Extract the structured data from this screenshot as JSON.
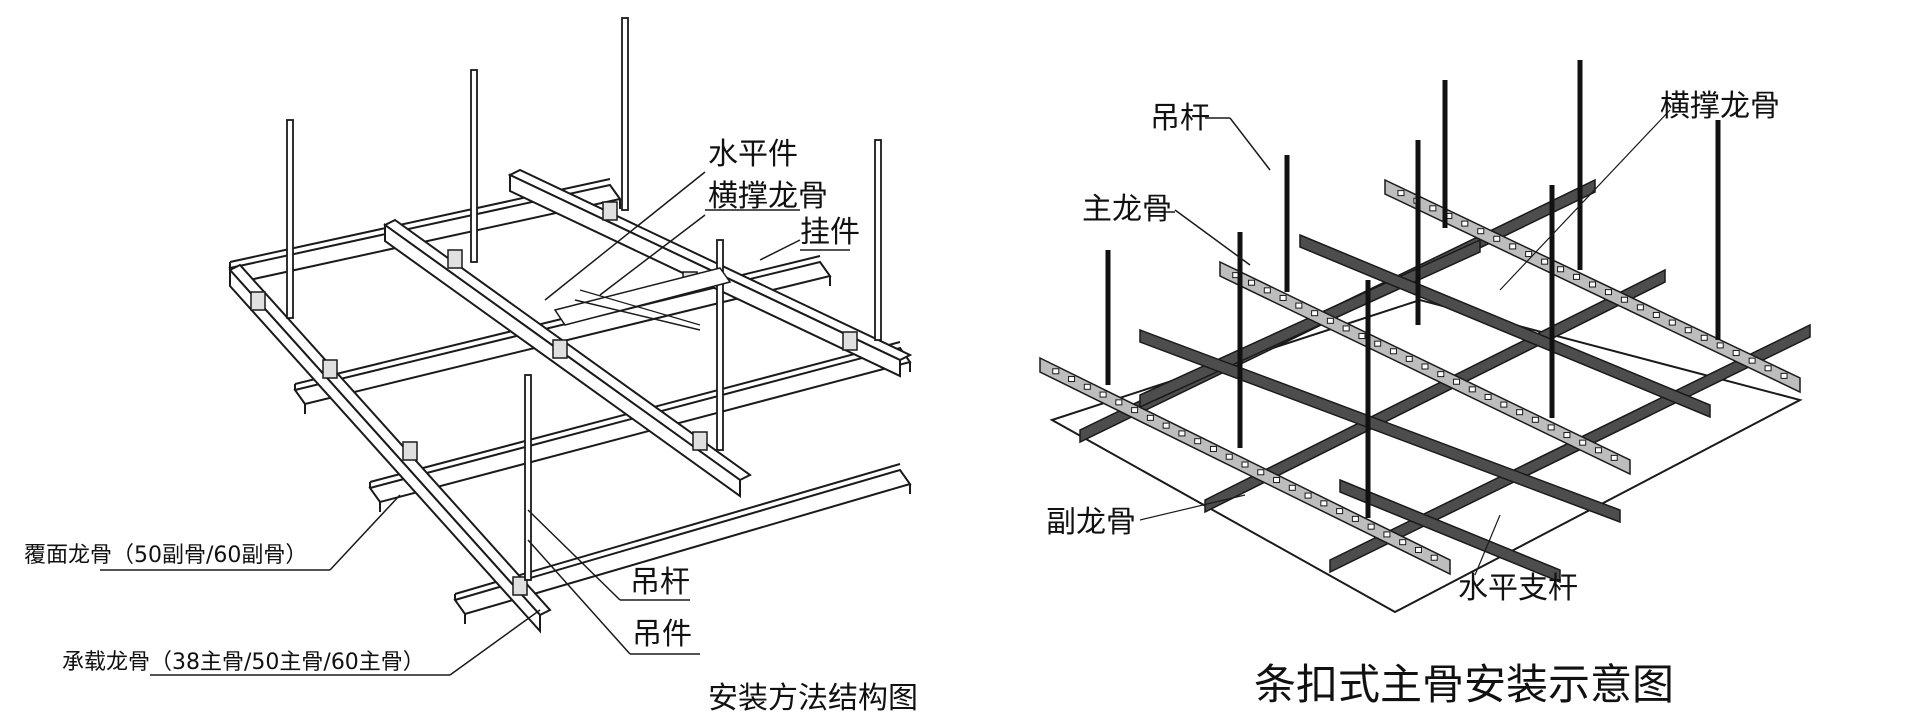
{
  "left_diagram": {
    "title": "安装方法结构图",
    "labels": {
      "shuipingjian": "水平件",
      "hengcheng": "横撑龙骨",
      "guajian": "挂件",
      "diaogan": "吊杆",
      "diaojian": "吊件",
      "fumian": "覆面龙骨（50副骨/60副骨）",
      "chengzai": "承载龙骨（38主骨/50主骨/60主骨）"
    }
  },
  "right_diagram": {
    "title": "条扣式主骨安装示意图",
    "labels": {
      "diaogan": "吊杆",
      "hengcheng": "横撑龙骨",
      "zhulonggu": "主龙骨",
      "fulonggu": "副龙骨",
      "shuipingzhigan": "水平支杆"
    }
  },
  "colors": {
    "line": "#1a1a1a",
    "channel_fill": "#ffffff",
    "dark_bar": "#4d4d4d",
    "main_bar": "#bdbdbd",
    "rod": "#111111"
  }
}
